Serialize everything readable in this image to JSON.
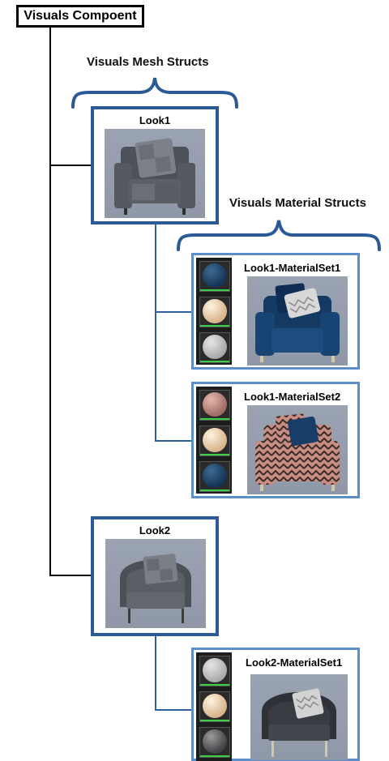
{
  "root": {
    "label": "Visuals Compoent"
  },
  "headers": {
    "mesh": "Visuals Mesh Structs",
    "material": "Visuals Material Structs"
  },
  "looks": [
    {
      "title": "Look1"
    },
    {
      "title": "Look2"
    }
  ],
  "materialSets": [
    {
      "title": "Look1-MaterialSet1",
      "swatches": [
        "navy-fabric",
        "cream-leather",
        "grey-fabric"
      ]
    },
    {
      "title": "Look1-MaterialSet2",
      "swatches": [
        "pink-pattern",
        "cream-leather",
        "navy-fabric"
      ]
    },
    {
      "title": "Look2-MaterialSet1",
      "swatches": [
        "grey-fabric",
        "cream-leather",
        "dark-grey-fabric"
      ]
    }
  ],
  "colors": {
    "meshBorder": "#2c5a96",
    "materialBorder": "#5c8fc9",
    "connector": "#2f5f9c",
    "swatchActiveBar": "#3bcf48"
  }
}
